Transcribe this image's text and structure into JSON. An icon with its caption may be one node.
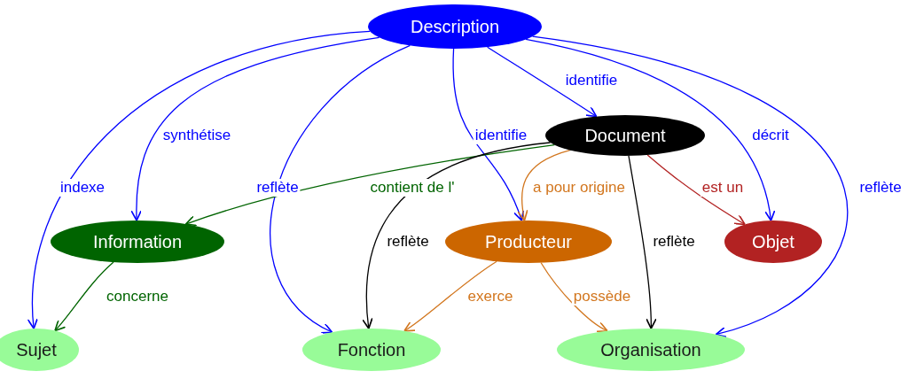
{
  "diagram": {
    "nodes": [
      {
        "text": [
          "Description"
        ]
      },
      {
        "text": [
          "Document"
        ]
      },
      {
        "text": [
          "Information"
        ]
      },
      {
        "text": [
          "Producteur"
        ]
      },
      {
        "text": [
          "Objet"
        ]
      },
      {
        "text": [
          "Sujet"
        ]
      },
      {
        "text": [
          "Fonction"
        ]
      },
      {
        "text": [
          "Organisation"
        ]
      }
    ],
    "edges": [
      {
        "from": 0,
        "to": 5,
        "arrow": "to",
        "label": "indexe"
      },
      {
        "from": 0,
        "to": 2,
        "arrow": "to",
        "label": "synthétise"
      },
      {
        "from": 0,
        "to": 6,
        "arrow": "to",
        "label": "reflète"
      },
      {
        "from": 0,
        "to": 3,
        "arrow": "to",
        "label": "identifie"
      },
      {
        "from": 0,
        "to": 1,
        "arrow": "to",
        "label": "identifie"
      },
      {
        "from": 0,
        "to": 4,
        "arrow": "to",
        "label": "décrit"
      },
      {
        "from": 0,
        "to": 7,
        "arrow": "to",
        "label": "reflète"
      },
      {
        "from": 1,
        "to": 2,
        "arrow": "to",
        "label": "contient de l'",
        "color": "#006400"
      },
      {
        "from": 1,
        "to": 3,
        "arrow": "to",
        "label": "a pour origine",
        "color": "#d2761e"
      },
      {
        "from": 1,
        "to": 6,
        "arrow": "to",
        "label": "reflète",
        "color": "#000000"
      },
      {
        "from": 1,
        "to": 7,
        "arrow": "to",
        "label": "reflète",
        "color": "#000000"
      },
      {
        "from": 1,
        "to": 4,
        "arrow": "to",
        "label": "est un",
        "color": "#b22222"
      },
      {
        "from": 2,
        "to": 5,
        "arrow": "to",
        "label": "concerne",
        "color": "#006400"
      },
      {
        "from": 3,
        "to": 6,
        "arrow": "to",
        "label": "exerce",
        "color": "#d2761e"
      },
      {
        "from": 3,
        "to": 7,
        "arrow": "to",
        "label": "possède",
        "color": "#d2761e"
      }
    ]
  }
}
